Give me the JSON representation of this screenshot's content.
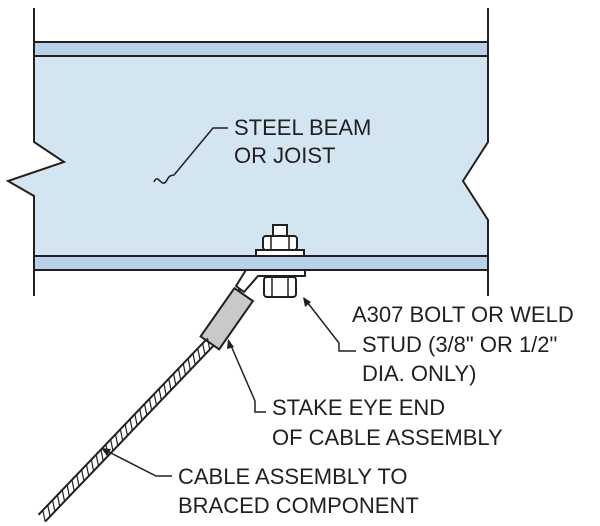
{
  "colors": {
    "beam_fill": "#d4e5f2",
    "flange_fill": "#b7d1e8",
    "line": "#231f20",
    "fitting_fill": "#c9c9c9"
  },
  "labels": {
    "beam": [
      "STEEL BEAM",
      "OR JOIST"
    ],
    "bolt": [
      "A307 BOLT OR WELD",
      "STUD (3/8\" OR 1/2\"",
      "DIA. ONLY)"
    ],
    "eye": [
      "STAKE EYE END",
      "OF CABLE ASSEMBLY"
    ],
    "cable": [
      "CABLE ASSEMBLY TO",
      "BRACED COMPONENT"
    ]
  }
}
